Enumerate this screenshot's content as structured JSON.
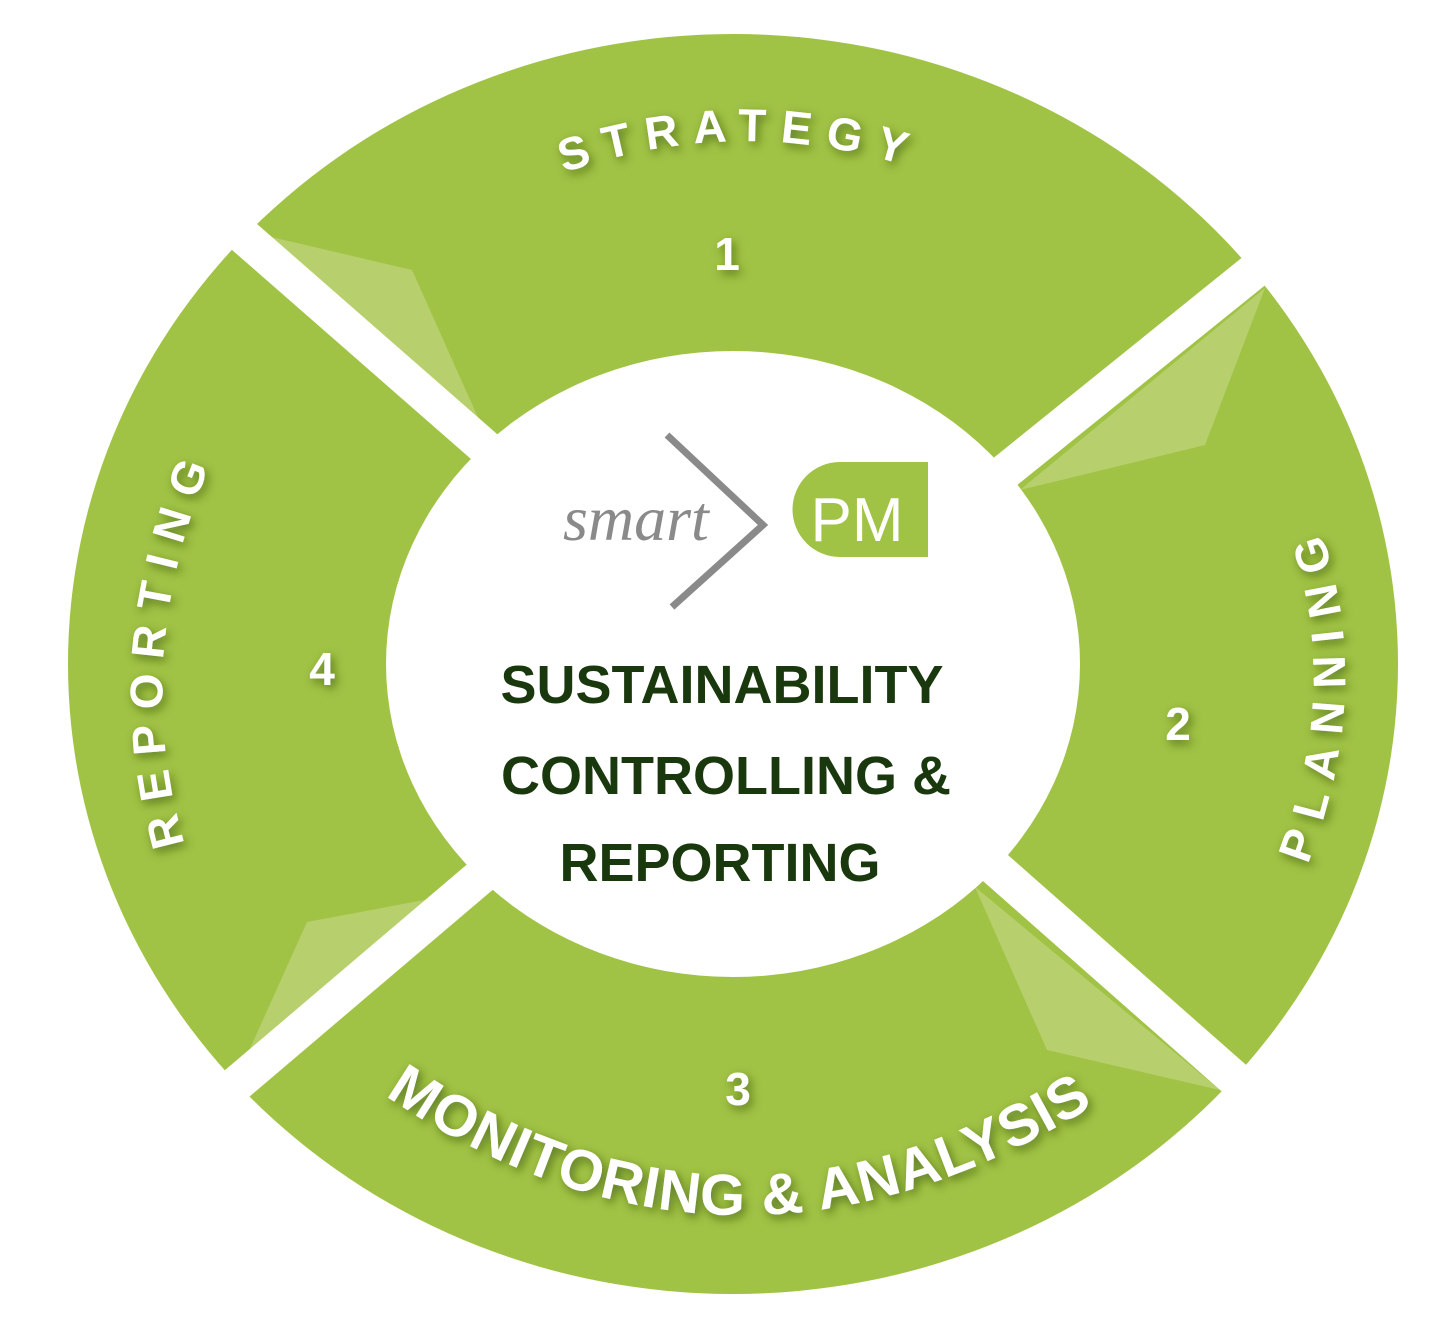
{
  "diagram": {
    "center": {
      "logo": {
        "left_text": "smart",
        "badge_text": "PM"
      },
      "title_lines": [
        "SUSTAINABILITY",
        "CONTROLLING &",
        "REPORTING"
      ]
    },
    "segments": [
      {
        "number": "1",
        "label": "STRATEGY"
      },
      {
        "number": "2",
        "label": "PLANNING"
      },
      {
        "number": "3",
        "label": "MONITORING & ANALYSIS"
      },
      {
        "number": "4",
        "label": "REPORTING"
      }
    ],
    "colors": {
      "segment_green": "#a1c345",
      "fold_light_green": "#b7d06d",
      "title_dark_green": "#1a380d",
      "logo_gray": "#8a8a8a",
      "background": "#ffffff"
    }
  }
}
